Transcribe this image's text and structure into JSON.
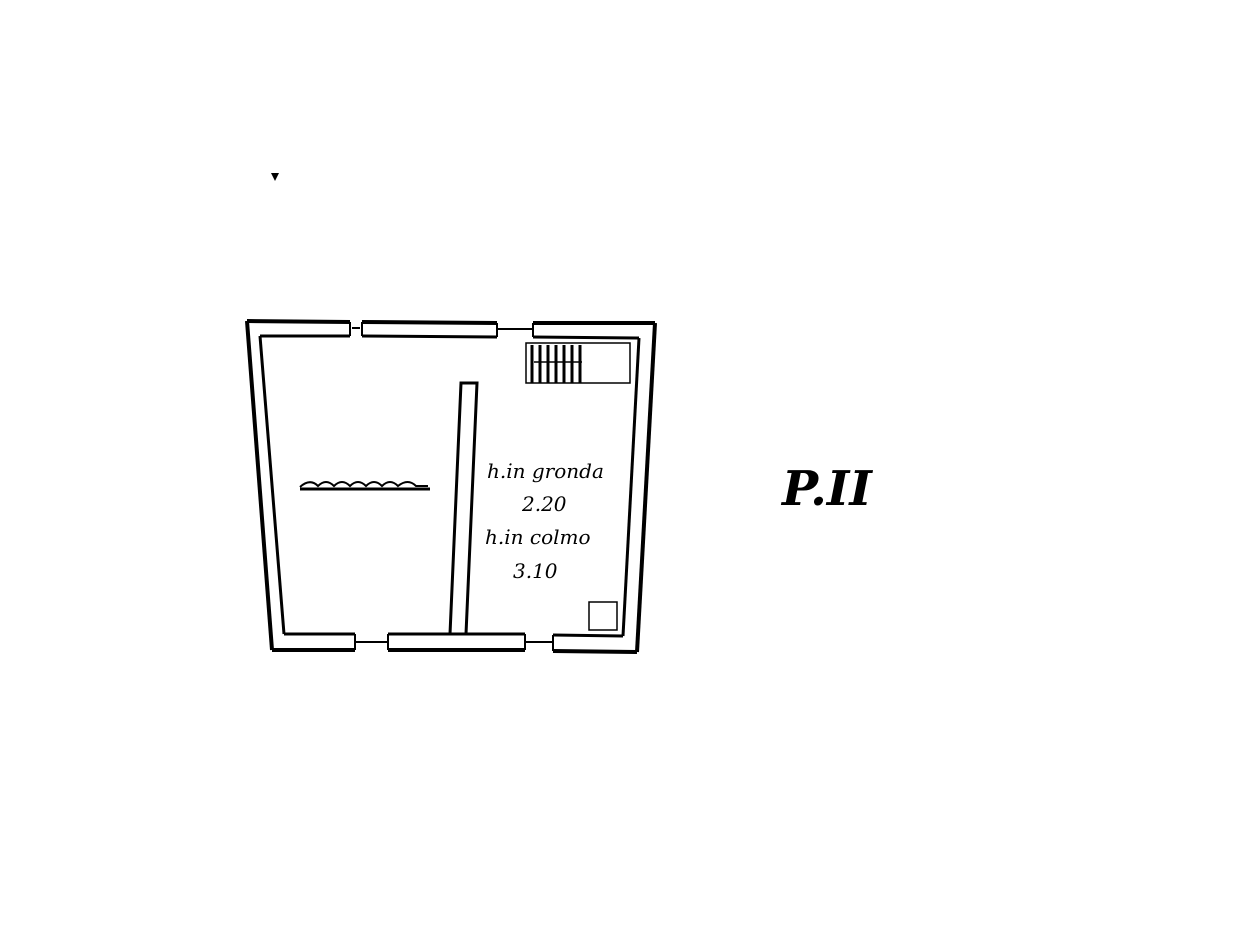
{
  "plan": {
    "floor_label": "P.II",
    "room_right": {
      "eave_label": "h.in gronda",
      "eave_value": "2.20",
      "ridge_label": "h.in colmo",
      "ridge_value": "3.10"
    },
    "room_left": {
      "name_crossed_out": ""
    }
  }
}
